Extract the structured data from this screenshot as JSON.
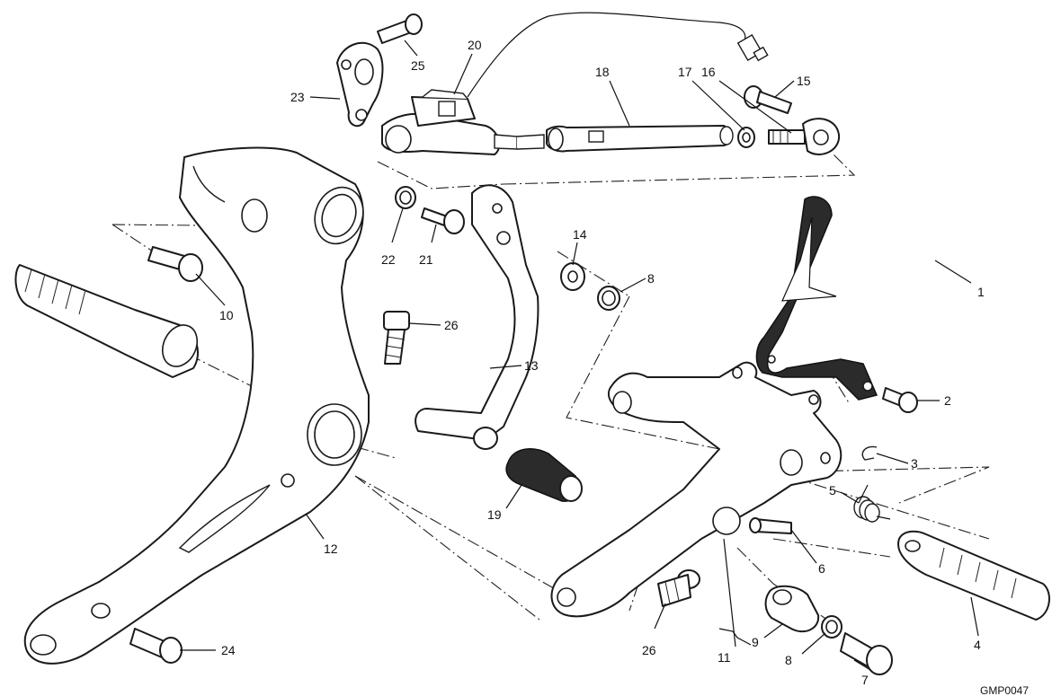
{
  "drawing": {
    "code": "GMP0047",
    "callouts": [
      {
        "id": "c1",
        "label": "1"
      },
      {
        "id": "c2",
        "label": "2"
      },
      {
        "id": "c3",
        "label": "3"
      },
      {
        "id": "c4",
        "label": "4"
      },
      {
        "id": "c5",
        "label": "5"
      },
      {
        "id": "c6",
        "label": "6"
      },
      {
        "id": "c7",
        "label": "7"
      },
      {
        "id": "c8a",
        "label": "8"
      },
      {
        "id": "c8b",
        "label": "8"
      },
      {
        "id": "c9",
        "label": "9"
      },
      {
        "id": "c10",
        "label": "10"
      },
      {
        "id": "c11",
        "label": "11"
      },
      {
        "id": "c12",
        "label": "12"
      },
      {
        "id": "c13",
        "label": "13"
      },
      {
        "id": "c14",
        "label": "14"
      },
      {
        "id": "c15",
        "label": "15"
      },
      {
        "id": "c16",
        "label": "16"
      },
      {
        "id": "c17",
        "label": "17"
      },
      {
        "id": "c18",
        "label": "18"
      },
      {
        "id": "c19",
        "label": "19"
      },
      {
        "id": "c20",
        "label": "20"
      },
      {
        "id": "c21",
        "label": "21"
      },
      {
        "id": "c22",
        "label": "22"
      },
      {
        "id": "c23",
        "label": "23"
      },
      {
        "id": "c24",
        "label": "24"
      },
      {
        "id": "c25",
        "label": "25"
      },
      {
        "id": "c26a",
        "label": "26"
      },
      {
        "id": "c26b",
        "label": "26"
      }
    ]
  }
}
